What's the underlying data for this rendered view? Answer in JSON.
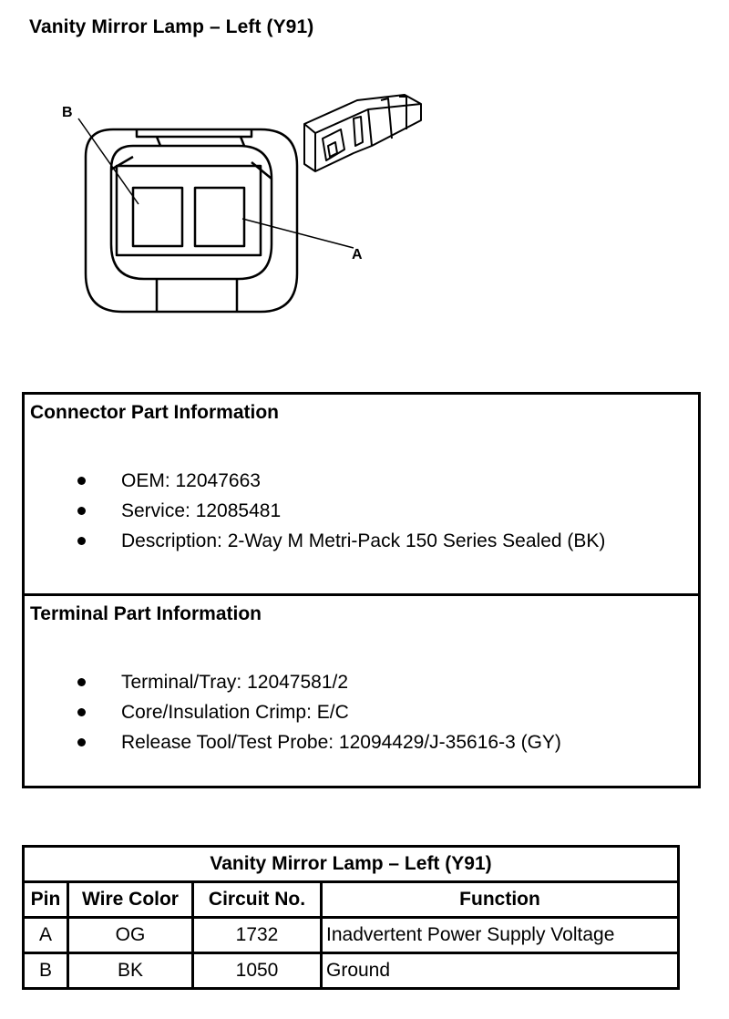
{
  "page": {
    "title": "Vanity Mirror Lamp – Left (Y91)"
  },
  "figure": {
    "label_a": "A",
    "label_b": "B"
  },
  "connector_info": {
    "heading": "Connector Part Information",
    "items": [
      "OEM: 12047663",
      "Service: 12085481",
      "Description: 2-Way M Metri-Pack 150 Series Sealed (BK)"
    ]
  },
  "terminal_info": {
    "heading": "Terminal Part Information",
    "items": [
      "Terminal/Tray: 12047581/2",
      "Core/Insulation Crimp: E/C",
      "Release Tool/Test Probe: 12094429/J-35616-3 (GY)"
    ]
  },
  "pin_table": {
    "title": "Vanity Mirror Lamp – Left (Y91)",
    "headers": [
      "Pin",
      "Wire Color",
      "Circuit No.",
      "Function"
    ],
    "rows": [
      [
        "A",
        "OG",
        "1732",
        "Inadvertent Power Supply Voltage"
      ],
      [
        "B",
        "BK",
        "1050",
        "Ground"
      ]
    ]
  }
}
